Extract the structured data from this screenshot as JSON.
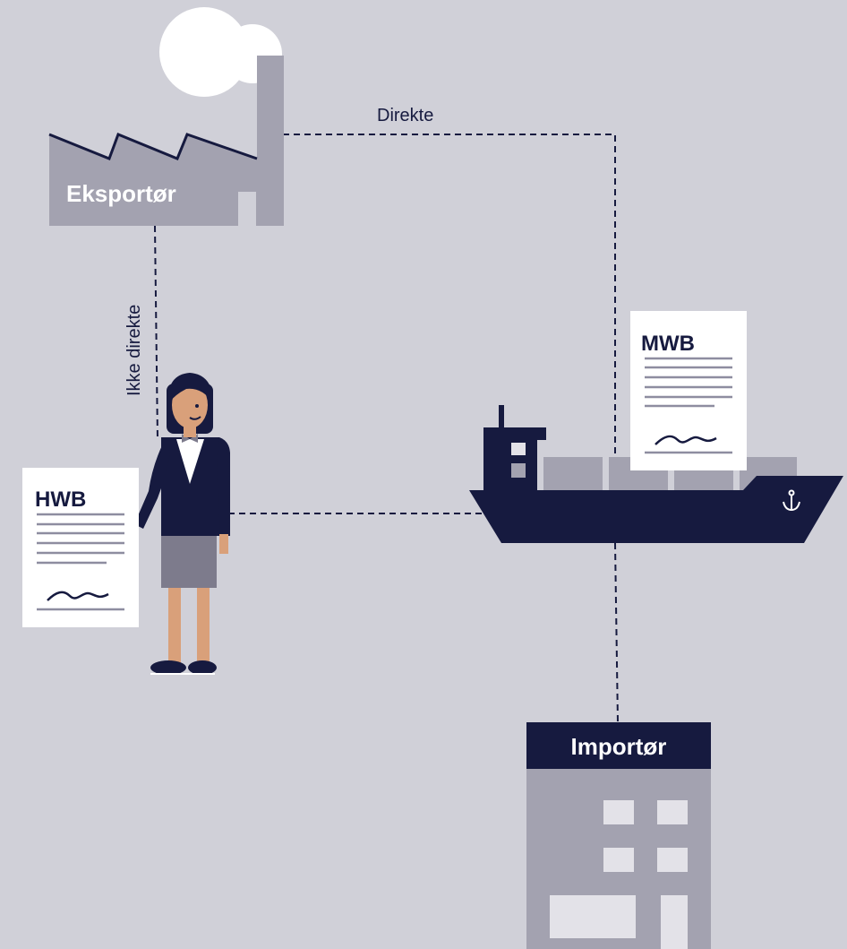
{
  "labels": {
    "exporter": "Eksportør",
    "importer": "Importør",
    "direct": "Direkte",
    "indirect": "Ikke direkte",
    "hwb": "HWB",
    "mwb": "MWB"
  },
  "colors": {
    "background": "#d0d0d8",
    "navy": "#161a3f",
    "gray_building": "#a3a2b0",
    "light_gray": "#e3e2e8",
    "paper": "#ffffff",
    "skin": "#d9a07a"
  }
}
